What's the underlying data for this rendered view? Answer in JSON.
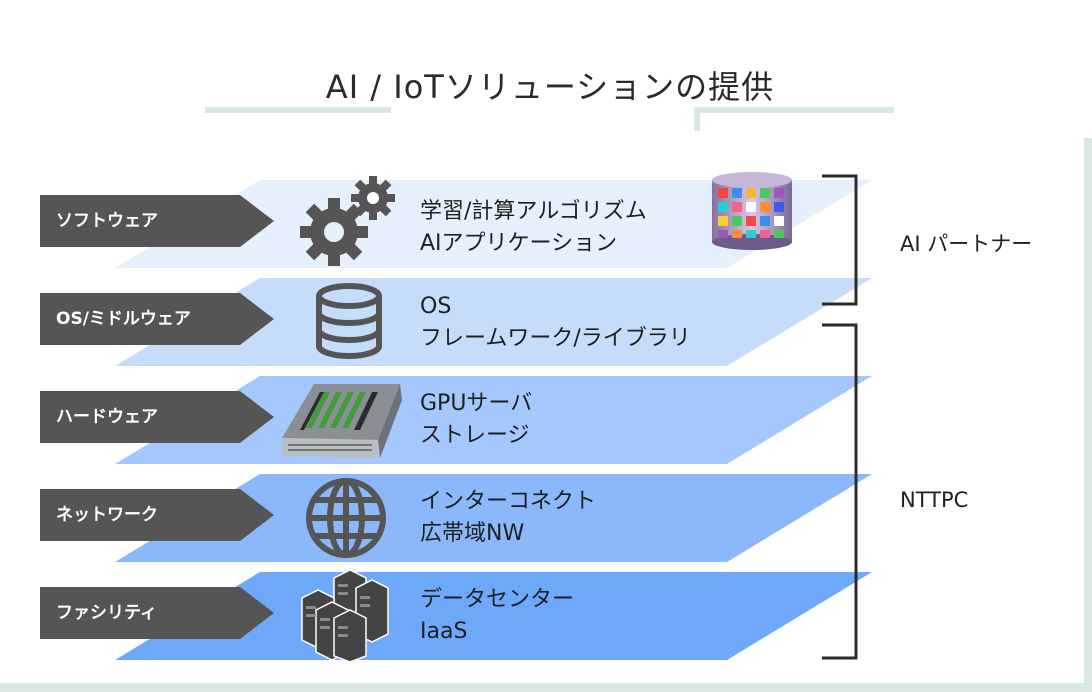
{
  "title": "AI / IoTソリューションの提供",
  "layers": [
    {
      "category": "ソフトウェア",
      "line1": "学習/計算アルゴリズム",
      "line2": "AIアプリケーション",
      "icon": "gears-icon",
      "color": "#e6f0fc"
    },
    {
      "category": "OS/ミドルウェア",
      "line1": "OS",
      "line2": "フレームワーク/ライブラリ",
      "icon": "database-icon",
      "color": "#c6dcfb"
    },
    {
      "category": "ハードウェア",
      "line1": "GPUサーバ",
      "line2": "ストレージ",
      "icon": "gpu-server-icon",
      "color": "#a4c8fb"
    },
    {
      "category": "ネットワーク",
      "line1": "インターコネクト",
      "line2": "広帯域NW",
      "icon": "globe-icon",
      "color": "#8ab8fb"
    },
    {
      "category": "ファシリティ",
      "line1": "データセンター",
      "line2": "IaaS",
      "icon": "server-racks-icon",
      "color": "#6ea8fb"
    }
  ],
  "partners": [
    {
      "label": "AI パートナー"
    },
    {
      "label": "NTTPC"
    }
  ]
}
